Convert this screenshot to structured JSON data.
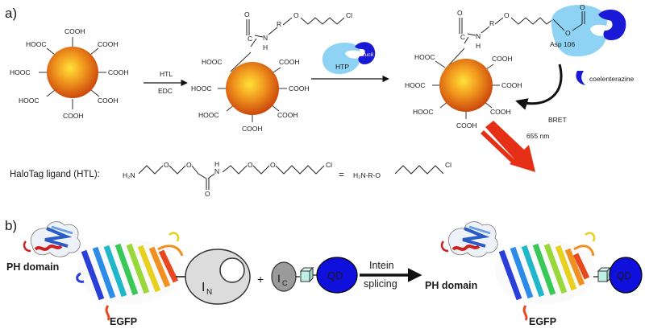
{
  "panels": {
    "a": "a)",
    "b": "b)"
  },
  "cooh": "COOH",
  "hooc": "HOOC",
  "reagents": {
    "top": "HTL",
    "bottom": "EDC"
  },
  "molecule_labels": {
    "r": "R",
    "o": "O",
    "c": "C",
    "h": "H",
    "cl": "Cl",
    "n": "N"
  },
  "htp": "HTP",
  "luc8": "Luc8",
  "asp106": "Asp 106",
  "coelenterazine": "coelenterazine",
  "bret": "BRET",
  "emission": "655 nm",
  "htl_label": "HaloTag ligand (HTL):",
  "htl_formula": {
    "h2n": "H₂N",
    "o": "O",
    "h": "H",
    "n": "N",
    "cl": "Cl",
    "eq": "=",
    "short": "H₂N-R-O",
    "short_cl": "Cl"
  },
  "panel_b": {
    "ph_domain": "PH domain",
    "egfp": "EGFP",
    "in": "I",
    "in_sub": "N",
    "ic": "I",
    "ic_sub": "C",
    "plus": "+",
    "qd": "QD",
    "intein_top": "Intein",
    "intein_bottom": "splicing"
  },
  "colors": {
    "qd_core": "#ffe23a",
    "qd_mid": "#f29a1e",
    "qd_edge": "#c9430c",
    "enzyme": "#8fd3f4",
    "luciferase": "#1a1ad6",
    "emission_arrow": "#e53017",
    "qd_blue": "#1010dd",
    "intein_gray": "#dcdcdc",
    "ic_gray": "#9a9a9a",
    "linker_cube": "#bff0e6"
  }
}
